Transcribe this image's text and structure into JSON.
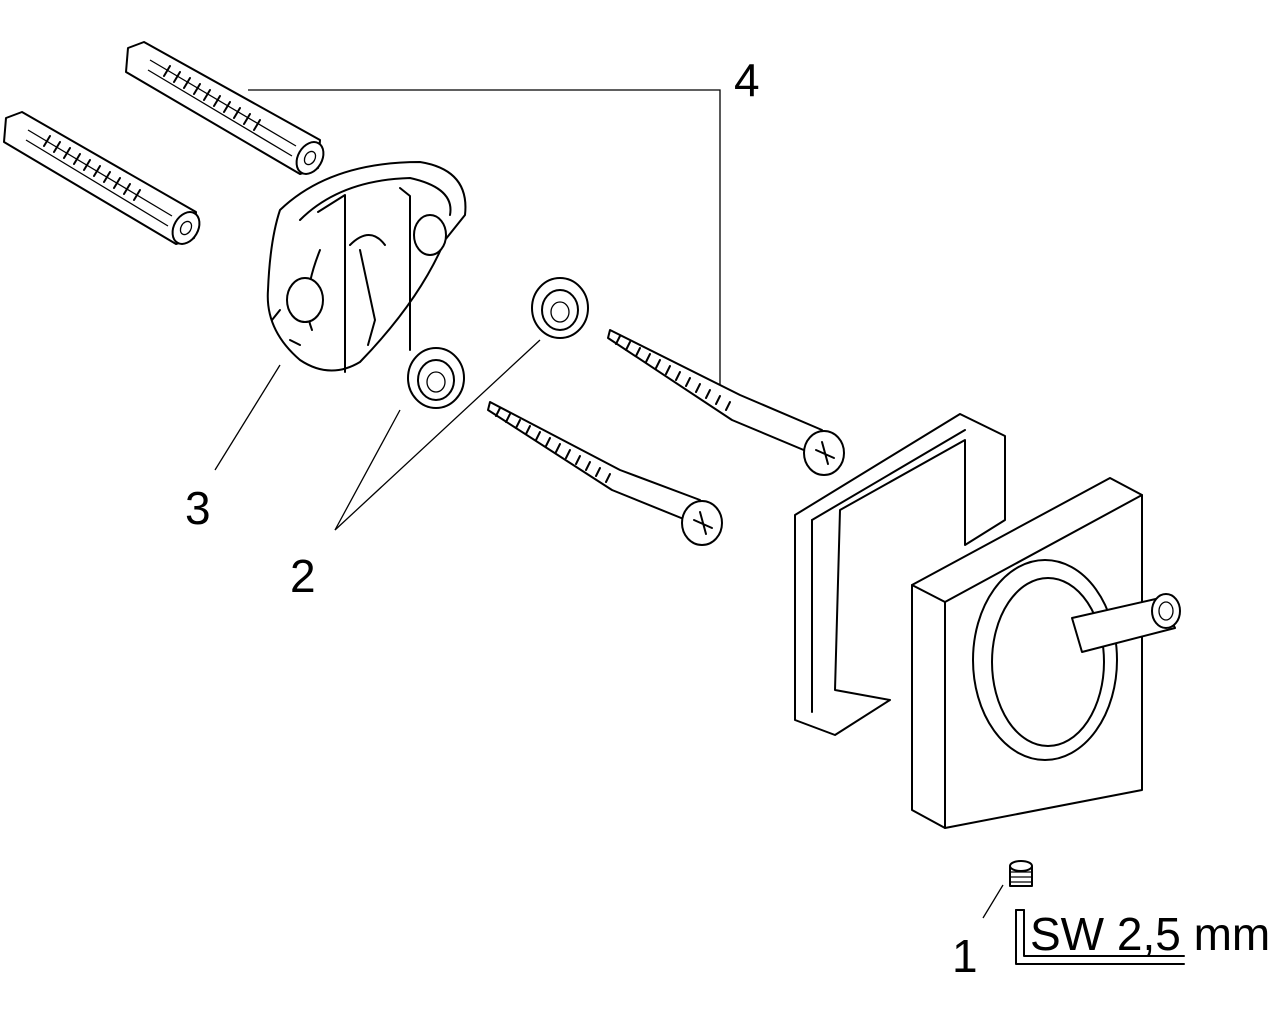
{
  "callouts": [
    {
      "id": "1",
      "text": "1"
    },
    {
      "id": "2",
      "text": "2"
    },
    {
      "id": "3",
      "text": "3"
    },
    {
      "id": "4",
      "text": "4"
    }
  ],
  "wrench": {
    "label": "SW 2,5 mm"
  },
  "colors": {
    "line": "#000000",
    "background": "#ffffff"
  }
}
